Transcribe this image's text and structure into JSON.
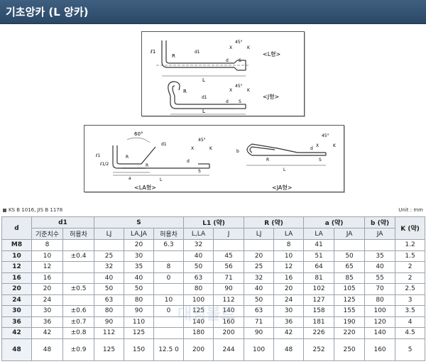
{
  "title": "기초앙카 (L 앙카)",
  "diagrams": {
    "L": {
      "caption": "<L형>",
      "angle": "45°",
      "labels": [
        "ℓ1",
        "R",
        "d1",
        "X",
        "K",
        "L",
        "d",
        "S"
      ]
    },
    "J": {
      "caption": "<J형>",
      "angle": "45°",
      "labels": [
        "R",
        "d1",
        "X",
        "K",
        "L",
        "d",
        "S"
      ]
    },
    "LA": {
      "caption": "<LA형>",
      "angle_top": "60°",
      "angle": "45°",
      "labels": [
        "ℓ1",
        "ℓ1/2",
        "R",
        "R",
        "d1",
        "X",
        "K",
        "a",
        "L",
        "d",
        "S"
      ]
    },
    "JA": {
      "caption": "<JA형>",
      "angle": "45°",
      "labels": [
        "b",
        "R",
        "X",
        "K",
        "L",
        "d",
        "S"
      ]
    }
  },
  "standard": "KS B 1016, JIS B 1178",
  "unit": "Unit : mm",
  "table": {
    "head1": [
      "d",
      "d1",
      "S",
      "L1 (약)",
      "R (약)",
      "a (약)",
      "b (약)",
      "K (약)"
    ],
    "head2": [
      "기준치수",
      "허용차",
      "LJ",
      "LA,JA",
      "허용차",
      "L,LA",
      "J",
      "LJ",
      "LA",
      "LA",
      "JA",
      "JA"
    ],
    "rows": [
      [
        "M8",
        "8",
        "",
        "",
        "20",
        "6.3",
        "32",
        "",
        "",
        "8",
        "41",
        "",
        "",
        "1.2"
      ],
      [
        "10",
        "10",
        "±0.4",
        "25",
        "30",
        "",
        "40",
        "45",
        "20",
        "10",
        "51",
        "50",
        "35",
        "1.5"
      ],
      [
        "12",
        "12",
        "",
        "32",
        "35",
        "8",
        "50",
        "56",
        "25",
        "12",
        "64",
        "65",
        "40",
        "2"
      ],
      [
        "16",
        "16",
        "",
        "40",
        "40",
        "0",
        "63",
        "71",
        "32",
        "16",
        "81",
        "85",
        "55",
        "2"
      ],
      [
        "20",
        "20",
        "±0.5",
        "50",
        "50",
        "",
        "80",
        "90",
        "40",
        "20",
        "102",
        "105",
        "70",
        "2.5"
      ],
      [
        "24",
        "24",
        "",
        "63",
        "80",
        "10",
        "100",
        "112",
        "50",
        "24",
        "127",
        "125",
        "80",
        "3"
      ],
      [
        "30",
        "30",
        "±0.6",
        "80",
        "90",
        "0",
        "125",
        "140",
        "63",
        "30",
        "158",
        "155",
        "100",
        "3.5"
      ],
      [
        "36",
        "36",
        "±0.7",
        "90",
        "110",
        "",
        "140",
        "160",
        "71",
        "36",
        "181",
        "190",
        "120",
        "4"
      ],
      [
        "42",
        "42",
        "±0.8",
        "112",
        "125",
        "",
        "180",
        "200",
        "90",
        "42",
        "226",
        "220",
        "140",
        "4.5"
      ],
      [
        "48",
        "48",
        "±0.9",
        "125",
        "150",
        "12.5 0",
        "200",
        "244",
        "100",
        "48",
        "252",
        "250",
        "160",
        "5"
      ]
    ]
  },
  "watermark": "대영볼트"
}
